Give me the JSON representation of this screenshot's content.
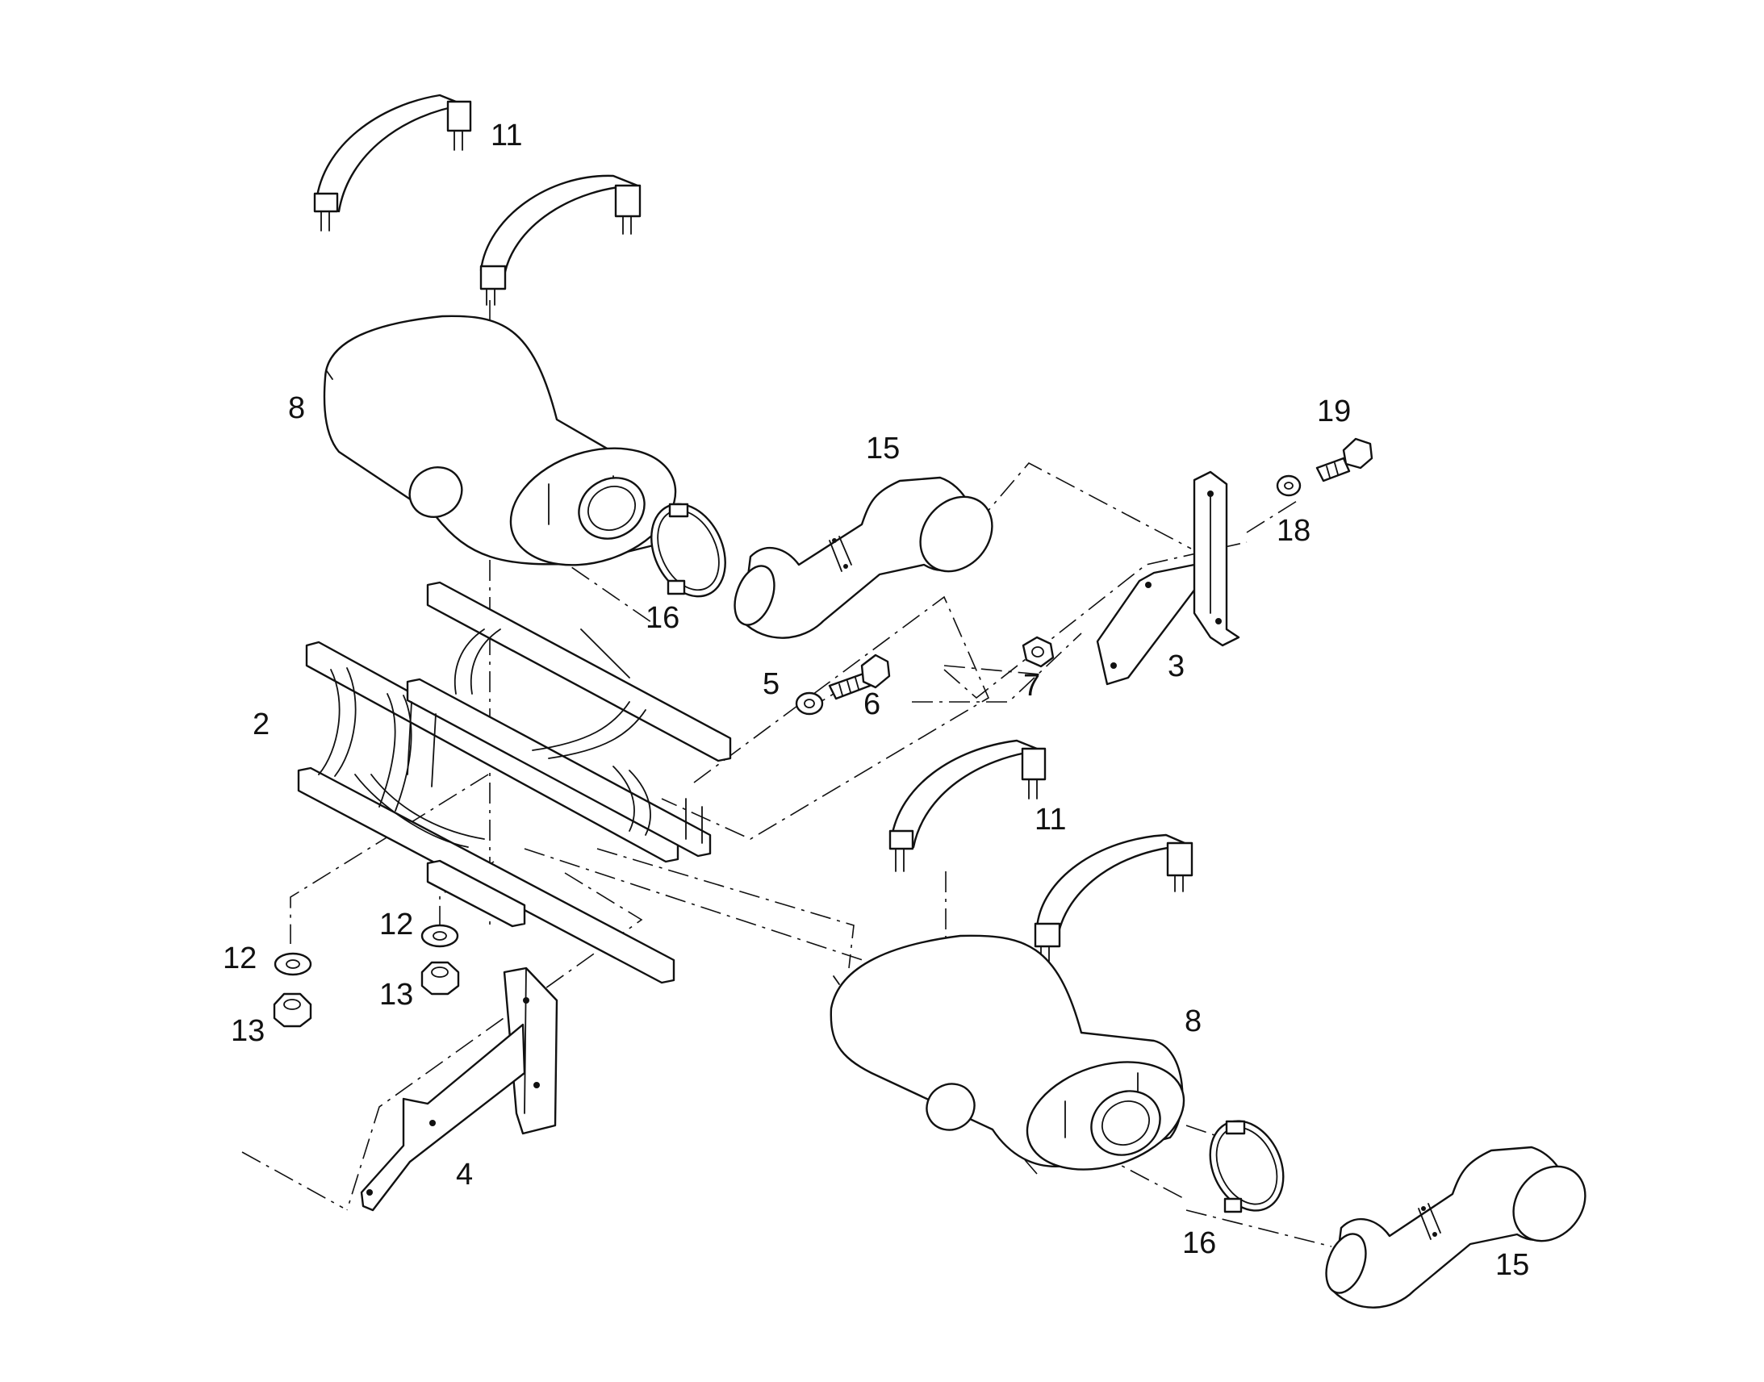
{
  "callouts": {
    "c11_top": "11",
    "c8_top": "8",
    "c15_top": "15",
    "c19": "19",
    "c18": "18",
    "c16_top": "16",
    "c5": "5",
    "c6": "6",
    "c7": "7",
    "c3": "3",
    "c2": "2",
    "c11_bottom": "11",
    "c12_left": "12",
    "c12_mid": "12",
    "c13_left": "13",
    "c13_mid": "13",
    "c8_bottom": "8",
    "c4": "4",
    "c16_bottom": "16",
    "c15_bottom": "15"
  }
}
